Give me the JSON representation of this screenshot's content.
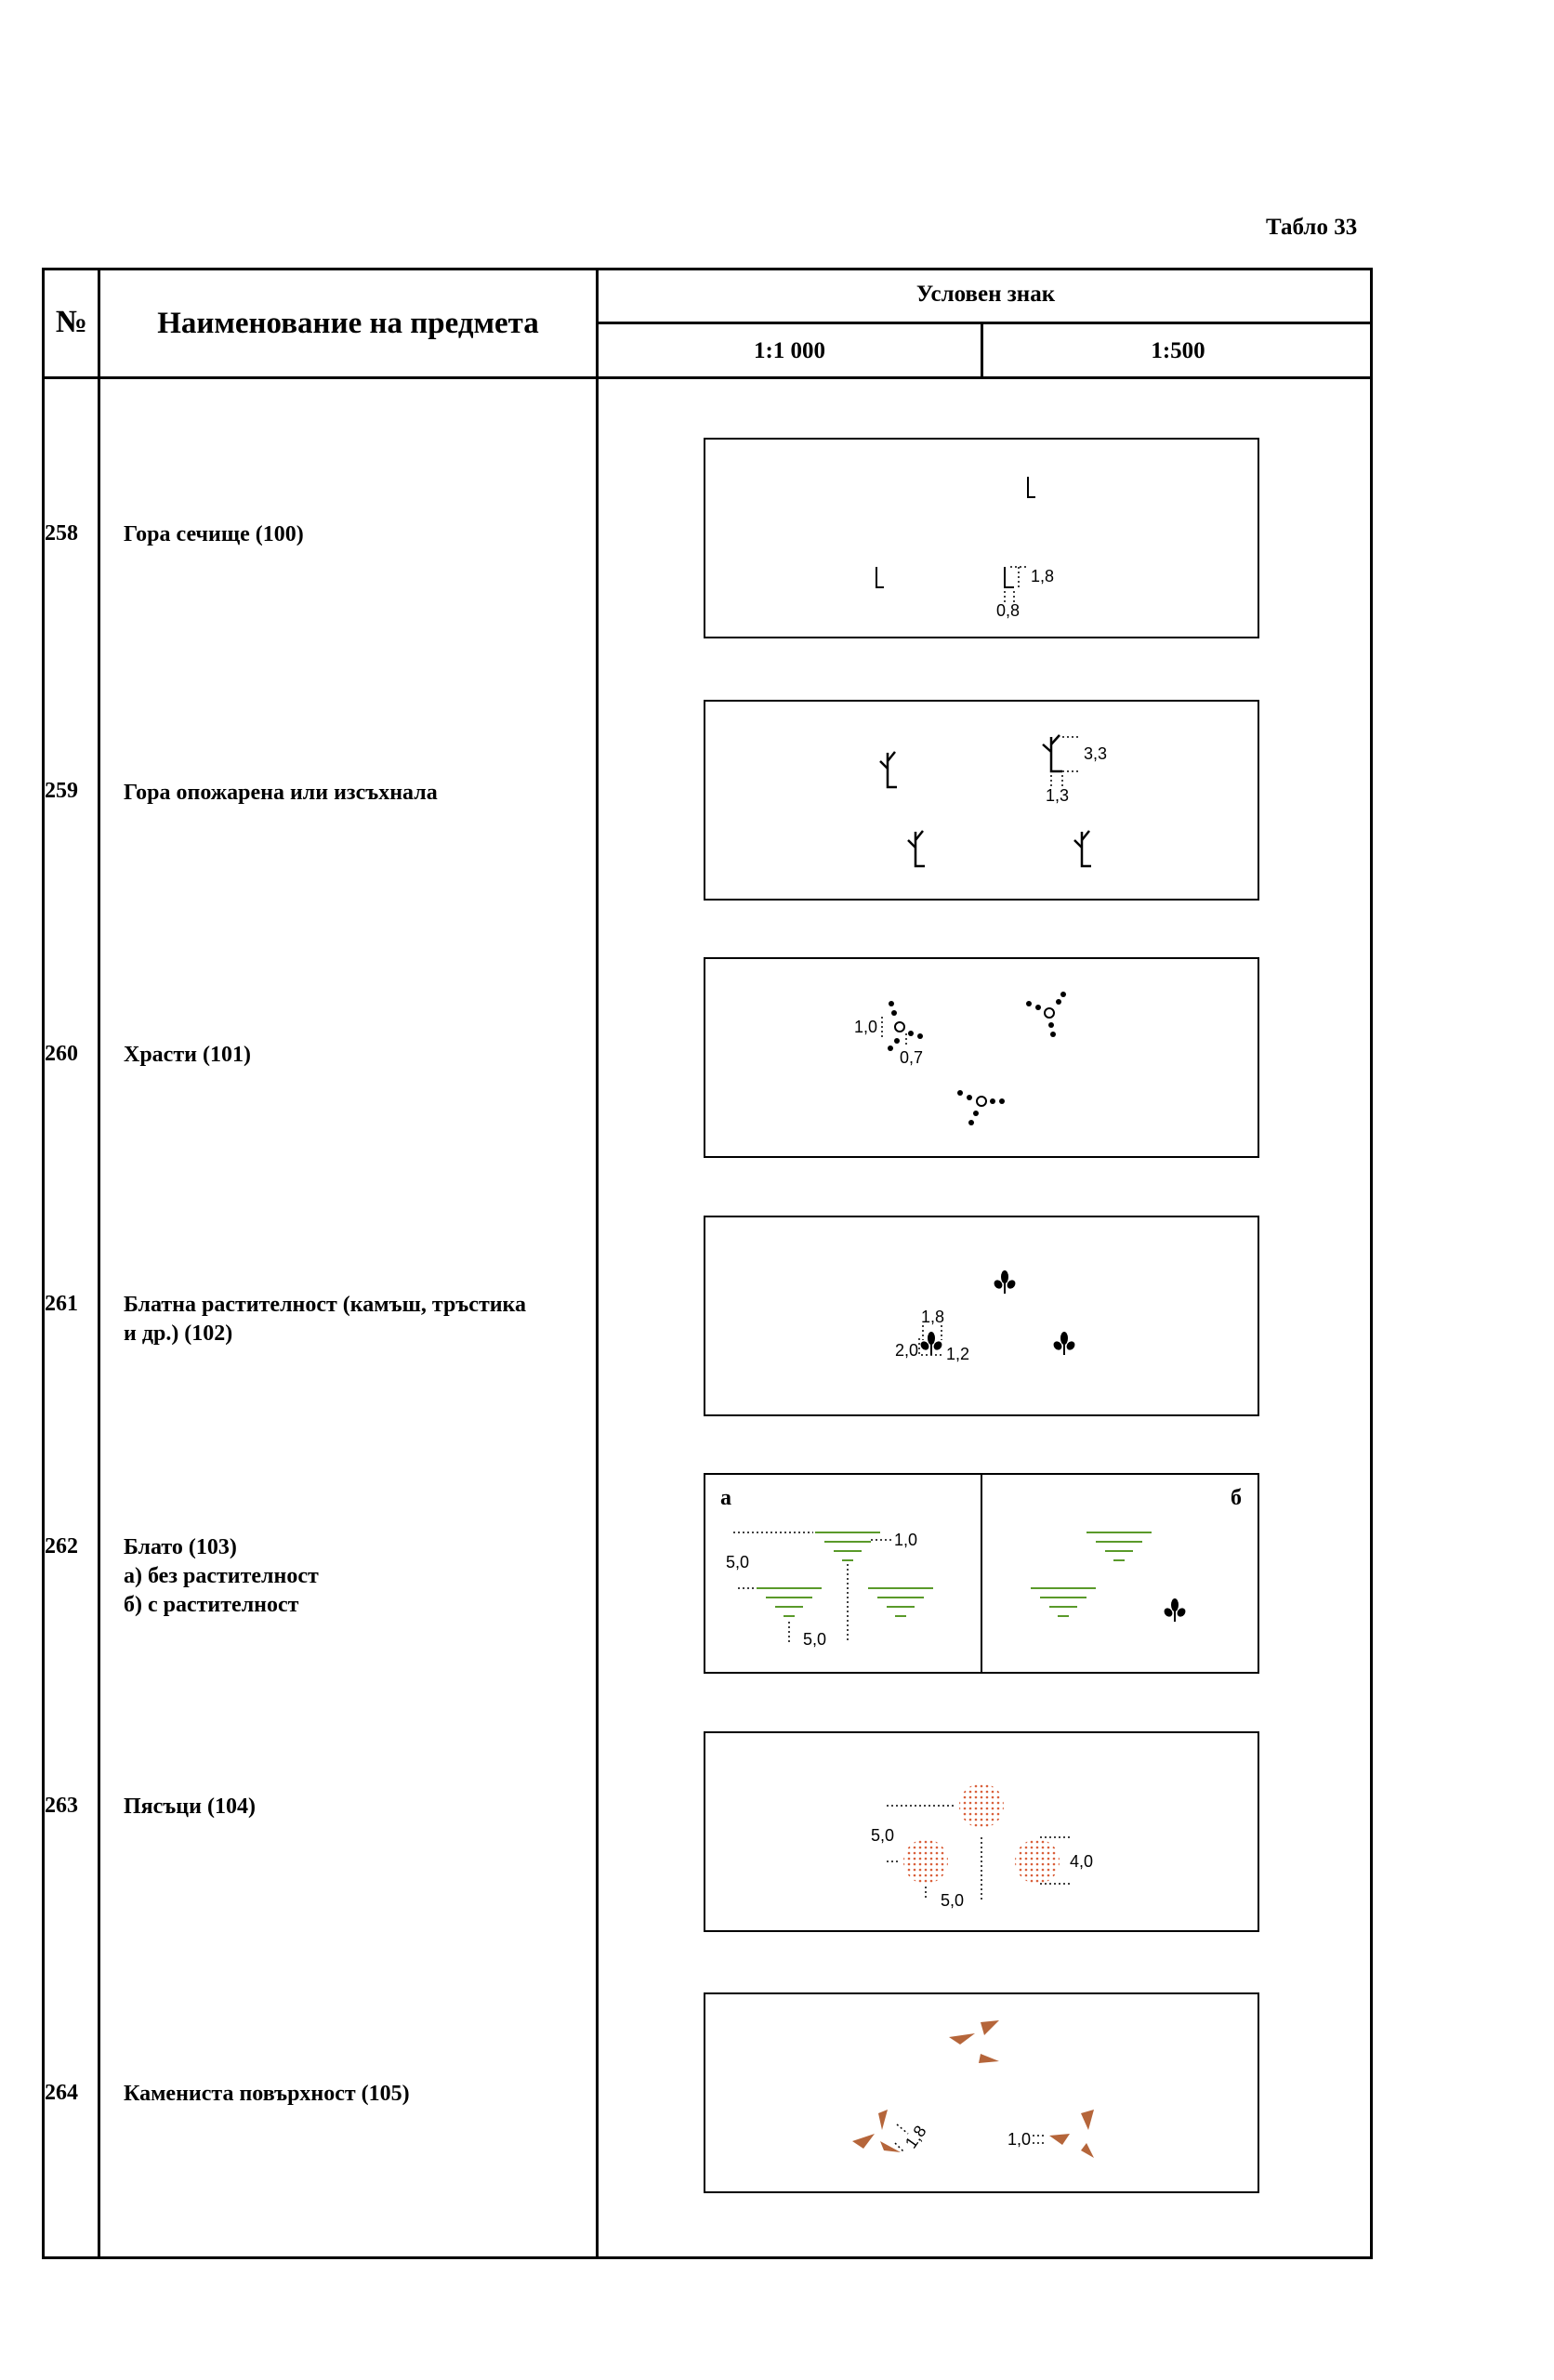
{
  "tablo": "Табло 33",
  "header": {
    "no": "№",
    "name": "Наименование на предмета",
    "sign": "Условен знак",
    "scale_1000": "1:1 000",
    "scale_500": "1:500"
  },
  "rows": [
    {
      "no": "258",
      "name": [
        "Гора сечище (100)"
      ],
      "dims": [
        "1,8",
        "0,8"
      ]
    },
    {
      "no": "259",
      "name": [
        "Гора опожарена или изсъхнала"
      ],
      "dims": [
        "3,3",
        "1,3"
      ]
    },
    {
      "no": "260",
      "name": [
        "Храсти (101)"
      ],
      "dims": [
        "1,0",
        "0,7"
      ]
    },
    {
      "no": "261",
      "name": [
        "Блатна растителност (камъш, тръстика",
        "и др.) (102)"
      ],
      "dims": [
        "1,8",
        "2,0",
        "1,2"
      ]
    },
    {
      "no": "262",
      "name": [
        "Блато (103)",
        "а) без растителност",
        "б) с растителност"
      ],
      "labels": [
        "а",
        "б"
      ],
      "dims": [
        "1,0",
        "5,0",
        "5,0"
      ]
    },
    {
      "no": "263",
      "name": [
        "Пясъци (104)"
      ],
      "dims": [
        "5,0",
        "4,0",
        "5,0"
      ]
    },
    {
      "no": "264",
      "name": [
        "Камениста повърхност (105)"
      ],
      "dims": [
        "1,8",
        "1,0"
      ]
    }
  ],
  "colors": {
    "marsh": "#5a9a2a",
    "sand": "#d9603a",
    "stone": "#b5653a"
  },
  "icons": [
    "clearing-icon",
    "burnt-tree-icon",
    "shrub-icon",
    "marsh-plant-icon",
    "swamp-lines-icon",
    "sand-dot-icon",
    "stone-icon"
  ]
}
